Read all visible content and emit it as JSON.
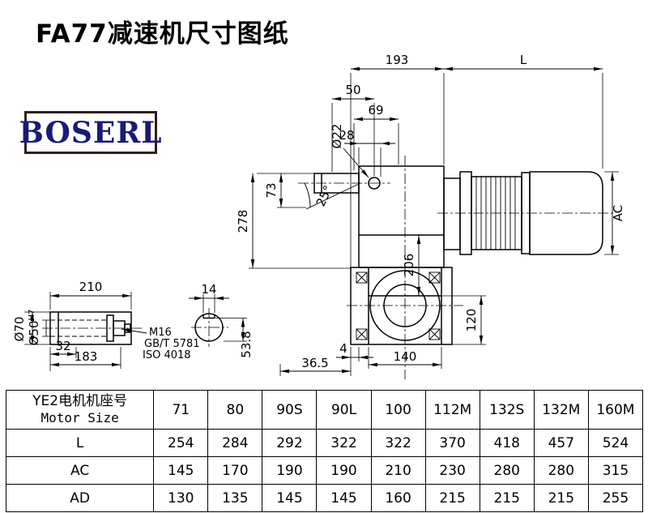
{
  "title": "FA77减速机尺寸图纸",
  "logo": "BOSERL",
  "dims": {
    "d193": "193",
    "dL": "L",
    "d50": "50",
    "d69": "69",
    "d28": "28",
    "phi22": "Ø22",
    "a25": "25°",
    "d73": "73",
    "d278": "278",
    "d206": "206",
    "d120": "120",
    "ac": "AC",
    "d4": "4",
    "d36": "36.5",
    "d140": "140",
    "d210": "210",
    "phi70": "Ø70",
    "phi50": "Ø50",
    "phi50_sup": "H7",
    "d32": "32",
    "d183": "183",
    "m16": "M16",
    "gb": "GB/T 5781",
    "iso": "ISO 4018",
    "d14": "14",
    "d53": "53.8"
  },
  "table": {
    "header": {
      "line1": "YE2电机机座号",
      "line2": "Motor Size"
    },
    "columns": [
      "71",
      "80",
      "90S",
      "90L",
      "100",
      "112M",
      "132S",
      "132M",
      "160M"
    ],
    "rows": [
      {
        "label": "L",
        "values": [
          "254",
          "284",
          "292",
          "322",
          "322",
          "370",
          "418",
          "457",
          "524"
        ]
      },
      {
        "label": "AC",
        "values": [
          "145",
          "170",
          "190",
          "190",
          "210",
          "230",
          "280",
          "280",
          "315"
        ]
      },
      {
        "label": "AD",
        "values": [
          "130",
          "135",
          "145",
          "145",
          "160",
          "215",
          "215",
          "215",
          "255"
        ]
      }
    ]
  }
}
